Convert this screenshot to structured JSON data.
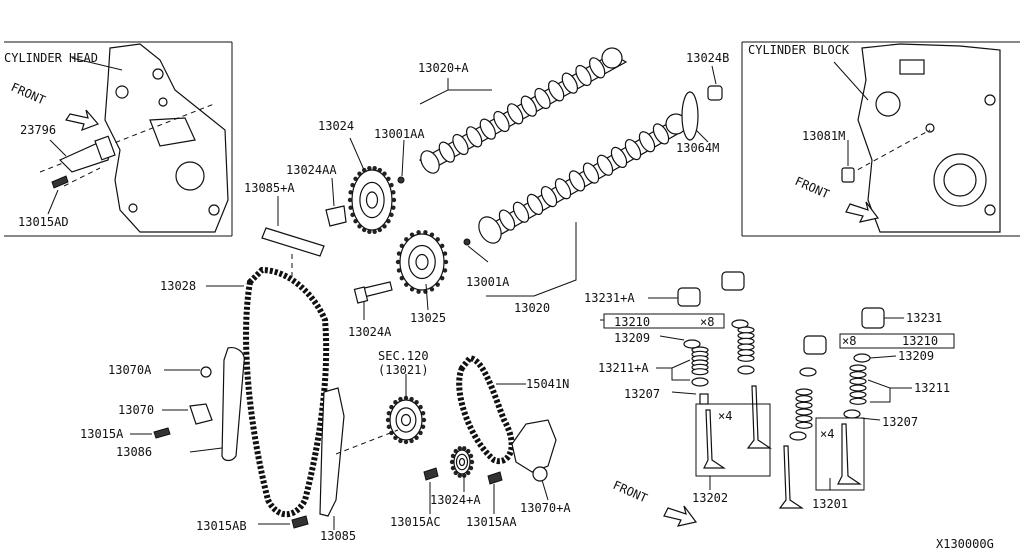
{
  "labels": {
    "cylinder_head": "CYLINDER HEAD",
    "cylinder_block": "CYLINDER BLOCK",
    "front_1": "FRONT",
    "front_2": "FRONT",
    "front_3": "FRONT",
    "p23796": "23796",
    "p13015AD": "13015AD",
    "p13024": "13024",
    "p13020A": "13020+A",
    "p13001AA": "13001AA",
    "p13024AA": "13024AA",
    "p13085A": "13085+A",
    "p13024B": "13024B",
    "p13064M": "13064M",
    "p13081M": "13081M",
    "p13028": "13028",
    "p13001A": "13001A",
    "p13020": "13020",
    "p13024A": "13024A",
    "p13025": "13025",
    "p13070A": "13070A",
    "p13070": "13070",
    "p13015A": "13015A",
    "p13086": "13086",
    "sec120": "SEC.120",
    "sec13021": "(13021)",
    "p15041N": "15041N",
    "p13024plusA": "13024+A",
    "p13015AC": "13015AC",
    "p13015AA": "13015AA",
    "p13070plusA": "13070+A",
    "p13015AB": "13015AB",
    "p13085": "13085",
    "p13231A": "13231+A",
    "p13210_left": "13210",
    "x8_left": "×8",
    "p13209_left": "13209",
    "p13211A": "13211+A",
    "p13207_left": "13207",
    "x4_left": "×4",
    "p13202": "13202",
    "p13231": "13231",
    "x8_right": "×8",
    "p13210_right": "13210",
    "p13209_right": "13209",
    "p13211": "13211",
    "p13207_right": "13207",
    "x4_right": "×4",
    "p13201": "13201",
    "diagram_id": "X130000G"
  }
}
